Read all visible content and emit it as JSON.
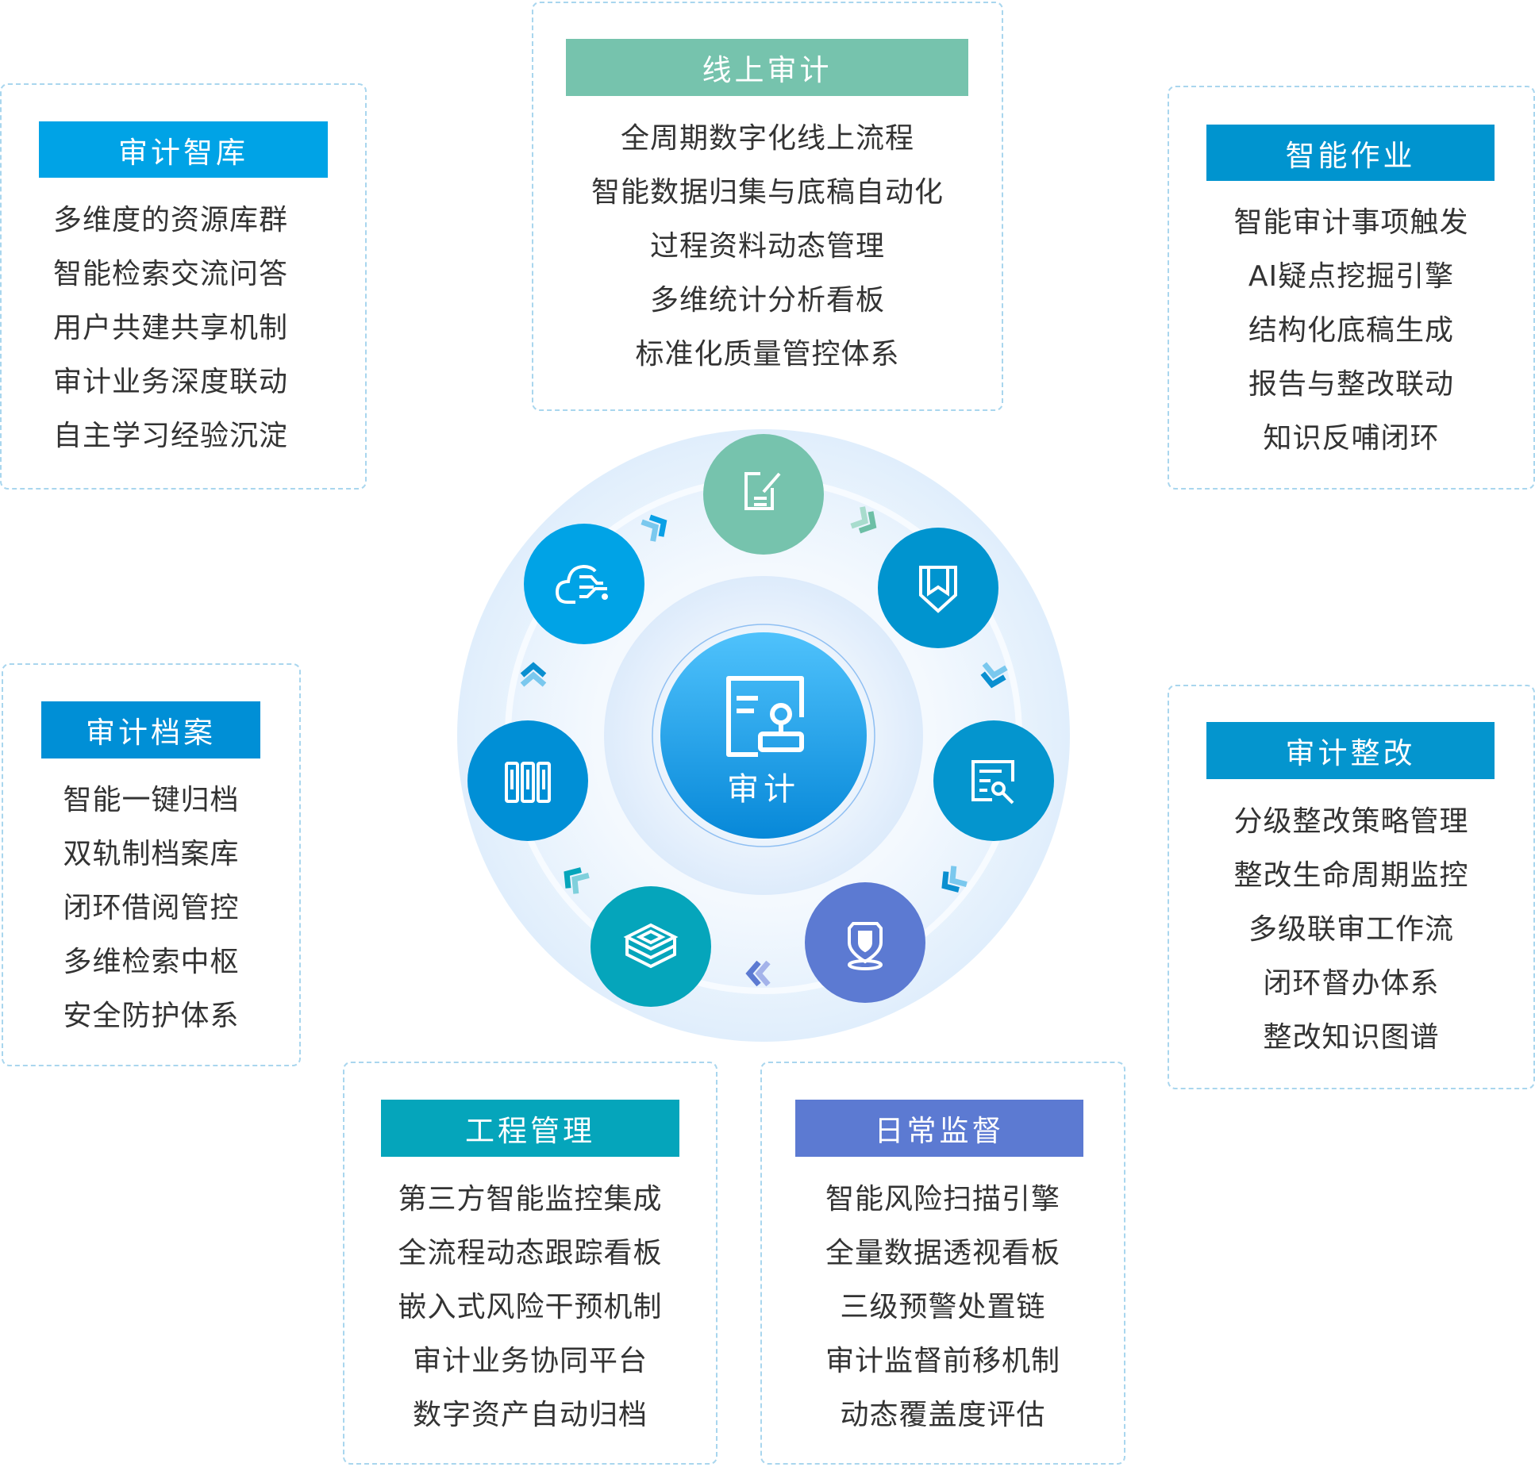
{
  "center": {
    "label": "审计"
  },
  "colors": {
    "zhiku": "#00a3e6",
    "xianshang": "#76c3ad",
    "zuoye": "#0094cf",
    "dangan": "#008fd6",
    "zhenggai": "#0495ce",
    "gongcheng": "#05a5bb",
    "jiandu": "#5c7ad2",
    "border": "#a9d6ee",
    "text": "#333333"
  },
  "modules": {
    "zhiku": {
      "title": "审计智库",
      "items": [
        "多维度的资源库群",
        "智能检索交流问答",
        "用户共建共享机制",
        "审计业务深度联动",
        "自主学习经验沉淀"
      ]
    },
    "xianshang": {
      "title": "线上审计",
      "items": [
        "全周期数字化线上流程",
        "智能数据归集与底稿自动化",
        "过程资料动态管理",
        "多维统计分析看板",
        "标准化质量管控体系"
      ]
    },
    "zuoye": {
      "title": "智能作业",
      "items": [
        "智能审计事项触发",
        "AI疑点挖掘引擎",
        "结构化底稿生成",
        "报告与整改联动",
        "知识反哺闭环"
      ]
    },
    "dangan": {
      "title": "审计档案",
      "items": [
        "智能一键归档",
        "双轨制档案库",
        "闭环借阅管控",
        "多维检索中枢",
        "安全防护体系"
      ]
    },
    "zhenggai": {
      "title": "审计整改",
      "items": [
        "分级整改策略管理",
        "整改生命周期监控",
        "多级联审工作流",
        "闭环督办体系",
        "整改知识图谱"
      ]
    },
    "gongcheng": {
      "title": "工程管理",
      "items": [
        "第三方智能监控集成",
        "全流程动态跟踪看板",
        "嵌入式风险干预机制",
        "审计业务协同平台",
        "数字资产自动归档"
      ]
    },
    "jiandu": {
      "title": "日常监督",
      "items": [
        "智能风险扫描引擎",
        "全量数据透视看板",
        "三级预警处置链",
        "审计监督前移机制",
        "动态覆盖度评估"
      ]
    }
  }
}
